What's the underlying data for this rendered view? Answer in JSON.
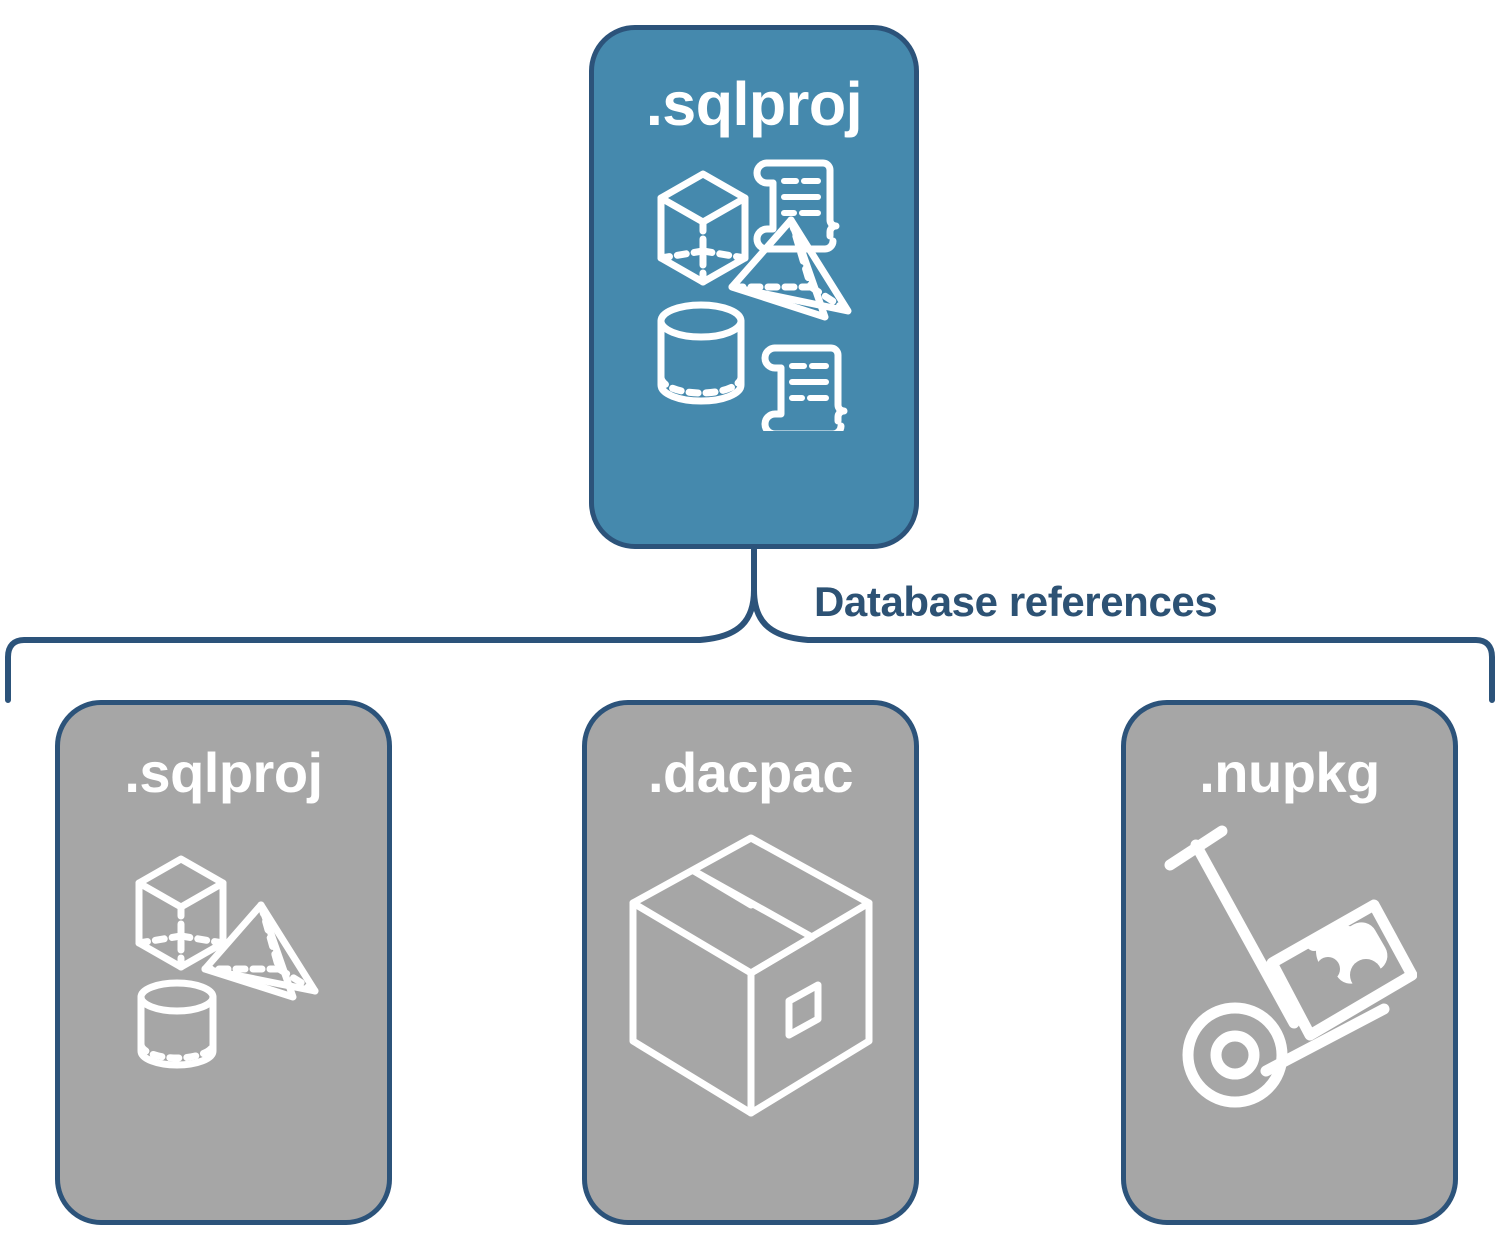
{
  "diagram": {
    "title_root": ".sqlproj",
    "connector_label": "Database references",
    "colors": {
      "primary_card_fill": "#4589ad",
      "secondary_card_fill": "#a6a6a6",
      "card_border": "#2c537a",
      "label_text": "#2d5274",
      "icon_stroke": "#ffffff",
      "background": "#ffffff"
    },
    "root_node": {
      "label": ".sqlproj",
      "style": "primary",
      "icons": [
        "cube-icon",
        "scroll-icon",
        "pyramid-icon",
        "cylinder-icon",
        "scroll-icon"
      ]
    },
    "reference_nodes": [
      {
        "label": ".sqlproj",
        "style": "secondary",
        "icons": [
          "cube-icon",
          "pyramid-icon",
          "cylinder-icon"
        ]
      },
      {
        "label": ".dacpac",
        "style": "secondary",
        "icons": [
          "package-box-icon"
        ]
      },
      {
        "label": ".nupkg",
        "style": "secondary",
        "icons": [
          "hand-truck-package-icon"
        ]
      }
    ]
  }
}
